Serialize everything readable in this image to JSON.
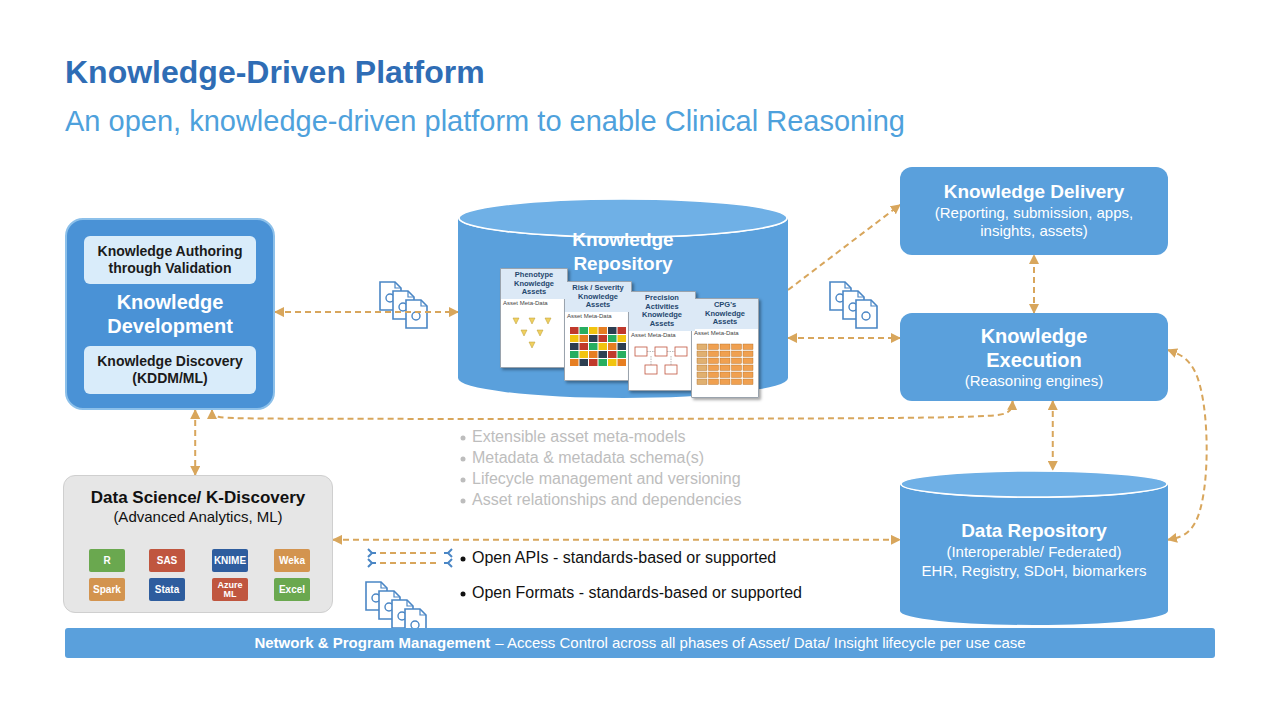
{
  "diagram": {
    "title": "Knowledge-Driven Platform",
    "nodes": [
      {
        "text": [
          "Knowledge Development"
        ]
      },
      {
        "text": [
          "Knowledge Authoring through Validation"
        ],
        "in": 0
      },
      {
        "text": [
          "Knowledge Discovery (KDDM/ML)"
        ],
        "in": 0
      },
      {
        "text": [
          "Knowledge Repository"
        ]
      },
      {
        "text": [
          "Phenotype Knowledge Assets",
          "Asset Meta-Data"
        ],
        "in": 3
      },
      {
        "text": [
          "Risk / Severity Knowledge Assets",
          "Asset Meta-Data"
        ],
        "in": 3
      },
      {
        "text": [
          "Precision Activities Knowledge Assets",
          "Asset Meta-Data"
        ],
        "in": 3
      },
      {
        "text": [
          "CPG's Knowledge Assets",
          "Asset Meta-Data"
        ],
        "in": 3
      },
      {
        "text": [
          "Knowledge Delivery",
          "(Reporting, submission, apps, insights, assets)"
        ]
      },
      {
        "text": [
          "Knowledge Execution",
          "(Reasoning engines)"
        ]
      },
      {
        "text": [
          "Data Science/ K-Discovery",
          "(Advanced Analytics, ML)"
        ]
      },
      {
        "text": [
          "R"
        ],
        "in": 10
      },
      {
        "text": [
          "SAS"
        ],
        "in": 10
      },
      {
        "text": [
          "KNIME"
        ],
        "in": 10
      },
      {
        "text": [
          "Weka"
        ],
        "in": 10
      },
      {
        "text": [
          "Spark"
        ],
        "in": 10
      },
      {
        "text": [
          "Stata"
        ],
        "in": 10
      },
      {
        "text": [
          "Azure ML"
        ],
        "in": 10
      },
      {
        "text": [
          "Excel"
        ],
        "in": 10
      },
      {
        "text": [
          "Data Repository",
          "(Interoperable/ Federated)",
          "EHR, Registry, SDoH, biomarkers"
        ]
      },
      {
        "text": [
          "Network & Program Management",
          "– Access Control across all phases of Asset/ Data/ Insight lifecycle per use case"
        ]
      }
    ],
    "edges": [
      {
        "from": 0,
        "to": 3,
        "arrow": "both"
      },
      {
        "from": 3,
        "to": 8,
        "arrow": "to"
      },
      {
        "from": 3,
        "to": 9,
        "arrow": "both"
      },
      {
        "from": 9,
        "to": 8,
        "arrow": "both"
      },
      {
        "from": 9,
        "to": 19,
        "arrow": "both"
      },
      {
        "from": 9,
        "to": 19,
        "arrow": "both"
      },
      {
        "from": 0,
        "to": 10,
        "arrow": "both"
      },
      {
        "from": 10,
        "to": 19,
        "arrow": "both"
      },
      {
        "from": 0,
        "to": 9,
        "arrow": "both"
      }
    ],
    "labels": [
      "An open, knowledge-driven platform to enable Clinical Reasoning",
      "Extensible asset meta-models",
      "Metadata & metadata schema(s)",
      "Lifecycle management and versioning",
      "Asset relationships and dependencies"
    ],
    "legend": [
      {
        "text": "Open APIs - standards-based or supported"
      },
      {
        "text": "Open Formats - standards-based or supported"
      }
    ]
  }
}
